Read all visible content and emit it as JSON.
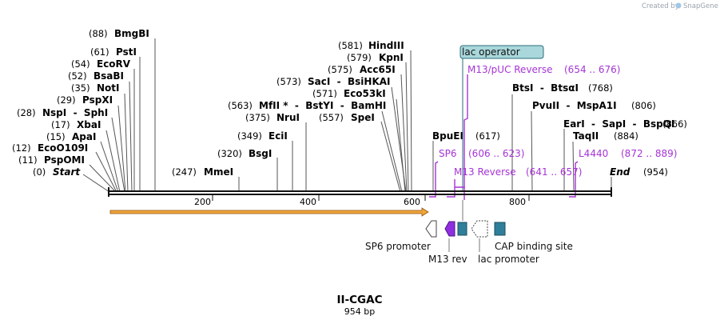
{
  "credit": {
    "text": "Created by",
    "brand": "SnapGene"
  },
  "map": {
    "name": "II-CGAC",
    "length_label": "954 bp",
    "ticks": [
      "200",
      "400",
      "600",
      "800"
    ]
  },
  "sites": [
    {
      "pos": "(88)",
      "name": "BmgBI"
    },
    {
      "pos": "(61)",
      "name": "PstI"
    },
    {
      "pos": "(54)",
      "name": "EcoRV"
    },
    {
      "pos": "(52)",
      "name": "BsaBI"
    },
    {
      "pos": "(35)",
      "name": "NotI"
    },
    {
      "pos": "(29)",
      "name": "PspXI"
    },
    {
      "pos": "(28)",
      "name": "NspI  -  SphI"
    },
    {
      "pos": "(17)",
      "name": "XbaI"
    },
    {
      "pos": "(15)",
      "name": "ApaI"
    },
    {
      "pos": "(12)",
      "name": "EcoO109I"
    },
    {
      "pos": "(11)",
      "name": "PspOMI"
    },
    {
      "pos": "(0)",
      "name": "Start"
    },
    {
      "pos": "(247)",
      "name": "MmeI"
    },
    {
      "pos": "(320)",
      "name": "BsgI"
    },
    {
      "pos": "(349)",
      "name": "EciI"
    },
    {
      "pos": "(375)",
      "name": "NruI"
    },
    {
      "pos": "(563)",
      "name": "MfII *  -  BstYI  -  BamHI"
    },
    {
      "pos": "(557)",
      "name": "SpeI"
    },
    {
      "pos": "(573)",
      "name": "SacI  -  BsiHKAI"
    },
    {
      "pos": "(571)",
      "name": "Eco53kI"
    },
    {
      "pos": "(575)",
      "name": "Acc65I"
    },
    {
      "pos": "(579)",
      "name": "KpnI"
    },
    {
      "pos": "(581)",
      "name": "HindIII"
    },
    {
      "pos": "(617)",
      "name": "BpuEI"
    },
    {
      "pos": "(768)",
      "name": "BtsI  -  BtsαI"
    },
    {
      "pos": "(806)",
      "name": "PvuII  -  MspA1I"
    },
    {
      "pos": "(866)",
      "name": "EarI  -  SapI  -  BspQI"
    },
    {
      "pos": "(884)",
      "name": "TaqII"
    },
    {
      "pos": "(954)",
      "name": "End"
    }
  ],
  "primers": [
    {
      "name": "M13/pUC Reverse",
      "range": "(654 .. 676)"
    },
    {
      "name": "SP6",
      "range": "(606 .. 623)"
    },
    {
      "name": "M13 Reverse",
      "range": "(641 .. 657)"
    },
    {
      "name": "L4440",
      "range": "(872 .. 889)"
    }
  ],
  "features": {
    "lac_operator": "lac operator",
    "sp6_promoter": "SP6 promoter",
    "m13_rev": "M13 rev",
    "lac_promoter": "lac promoter",
    "cap_site": "CAP binding site"
  },
  "colors": {
    "primer": "#a634d6",
    "orf_fill": "#f2a33a",
    "feature_teal": "#2f7f9a",
    "m13_purple": "#8e2ee0",
    "lac_operator_fill": "#a9d7db"
  }
}
